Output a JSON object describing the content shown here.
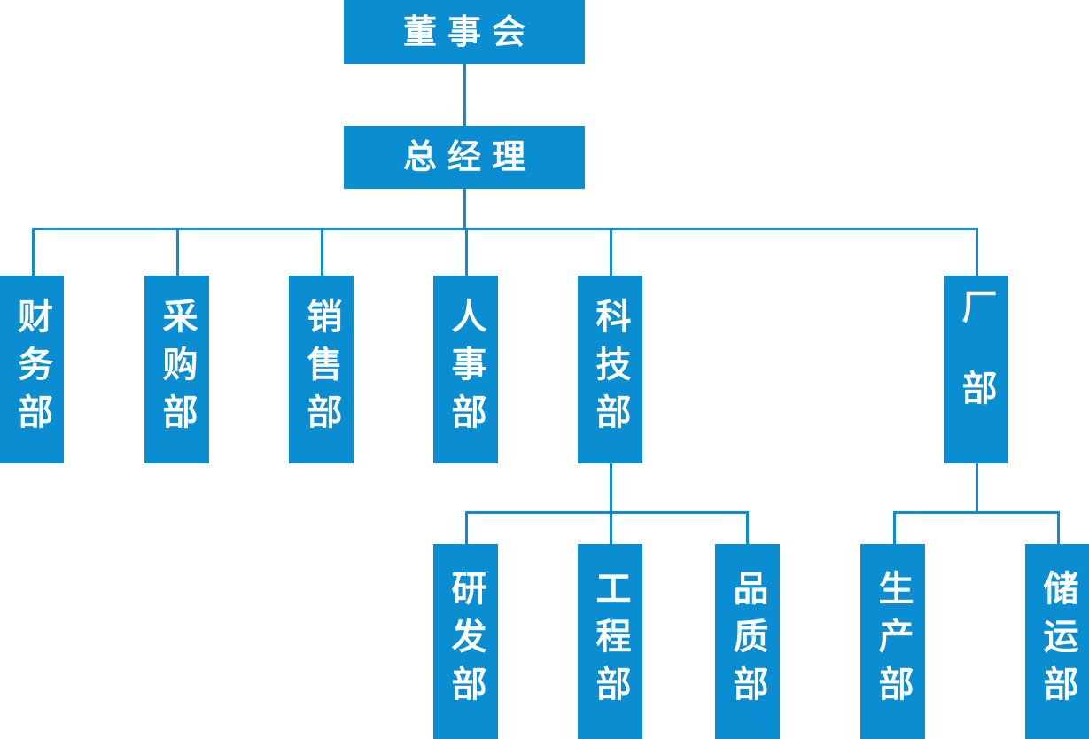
{
  "chart_data": {
    "type": "diagram",
    "diagram_kind": "organizational-chart",
    "title": "",
    "orientation": "top-down",
    "accent_color": "#0b8ed1",
    "text_color": "#ffffff",
    "background_color": "#ffffff",
    "levels": [
      {
        "level": 1,
        "labels": [
          "董事会"
        ]
      },
      {
        "level": 2,
        "labels": [
          "总经理"
        ]
      },
      {
        "level": 3,
        "labels": [
          "财务部",
          "采购部",
          "销售部",
          "人事部",
          "科技部",
          "厂部"
        ]
      },
      {
        "level": 4,
        "labels": [
          "研发部",
          "工程部",
          "品质部",
          "生产部",
          "储运部"
        ]
      }
    ],
    "edges": [
      {
        "from": "董事会",
        "to": "总经理"
      },
      {
        "from": "总经理",
        "to": "财务部"
      },
      {
        "from": "总经理",
        "to": "采购部"
      },
      {
        "from": "总经理",
        "to": "销售部"
      },
      {
        "from": "总经理",
        "to": "人事部"
      },
      {
        "from": "总经理",
        "to": "科技部"
      },
      {
        "from": "总经理",
        "to": "厂部"
      },
      {
        "from": "科技部",
        "to": "研发部"
      },
      {
        "from": "科技部",
        "to": "工程部"
      },
      {
        "from": "科技部",
        "to": "品质部"
      },
      {
        "from": "厂部",
        "to": "生产部"
      },
      {
        "from": "厂部",
        "to": "储运部"
      }
    ]
  },
  "nodes": {
    "board": {
      "label": "董事会"
    },
    "general_manager": {
      "label": "总经理"
    },
    "finance": {
      "label": "财务部"
    },
    "procurement": {
      "label": "采购部"
    },
    "sales": {
      "label": "销售部"
    },
    "hr": {
      "label": "人事部"
    },
    "technology": {
      "label": "科技部"
    },
    "plant": {
      "label": "厂部"
    },
    "rnd": {
      "label": "研发部"
    },
    "engineering": {
      "label": "工程部"
    },
    "quality": {
      "label": "品质部"
    },
    "production": {
      "label": "生产部"
    },
    "logistics": {
      "label": "储运部"
    }
  }
}
